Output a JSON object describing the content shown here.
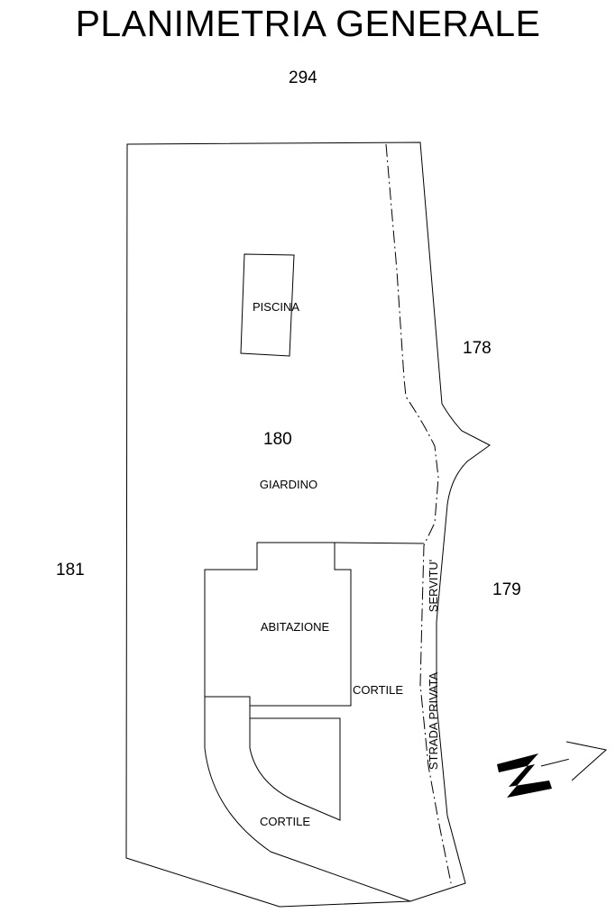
{
  "title": "PLANIMETRIA GENERALE",
  "parcels": {
    "north": "294",
    "west": "181",
    "main": "180",
    "east_upper": "178",
    "east_lower": "179"
  },
  "areas": {
    "pool": "PISCINA",
    "garden": "GIARDINO",
    "house": "ABITAZIONE",
    "courtyard_upper": "CORTILE",
    "courtyard_lower": "CORTILE"
  },
  "road": {
    "easement": "SERVITU'",
    "private_road": "STRADA PRIVATA"
  },
  "north_symbol": {
    "letter": "N"
  }
}
